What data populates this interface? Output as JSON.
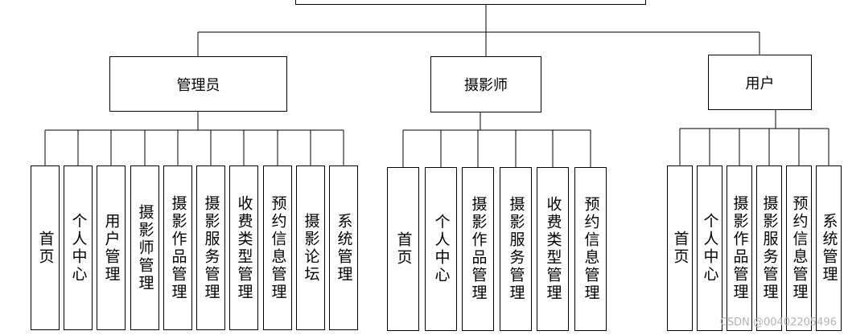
{
  "diagram": {
    "roles": [
      {
        "id": "admin",
        "label": "管理员",
        "children": [
          "首页",
          "个人中心",
          "用户管理",
          "摄影师管理",
          "摄影作品管理",
          "摄影服务管理",
          "收费类型管理",
          "预约信息管理",
          "摄影论坛",
          "系统管理"
        ]
      },
      {
        "id": "photographer",
        "label": "摄影师",
        "children": [
          "首页",
          "个人中心",
          "摄影作品管理",
          "摄影服务管理",
          "收费类型管理",
          "预约信息管理"
        ]
      },
      {
        "id": "user",
        "label": "用户",
        "children": [
          "首页",
          "个人中心",
          "摄影作品管理",
          "摄影服务管理",
          "预约信息管理",
          "系统管理"
        ]
      }
    ],
    "watermark": "CSDN @00402205496"
  }
}
